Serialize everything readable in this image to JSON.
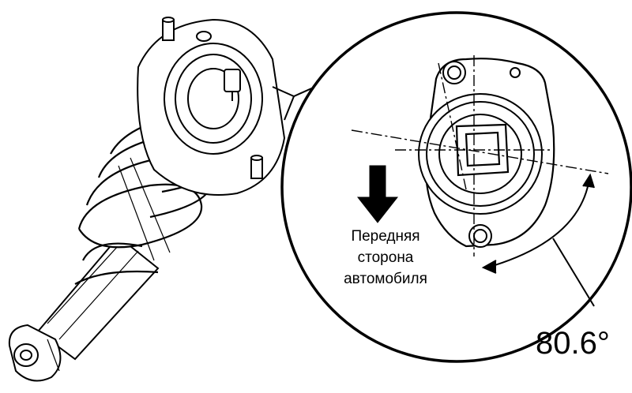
{
  "direction_label": {
    "line1": "Передняя",
    "line2": "сторона",
    "line3": "автомобиля"
  },
  "angle_label": "80.6°",
  "icons": {
    "front_arrow": "arrow-down-icon",
    "shock_absorber": "strut-assembly-illustration",
    "mount_detail": "strut-mount-detail-illustration"
  },
  "colors": {
    "ink": "#000000",
    "background": "#ffffff"
  }
}
